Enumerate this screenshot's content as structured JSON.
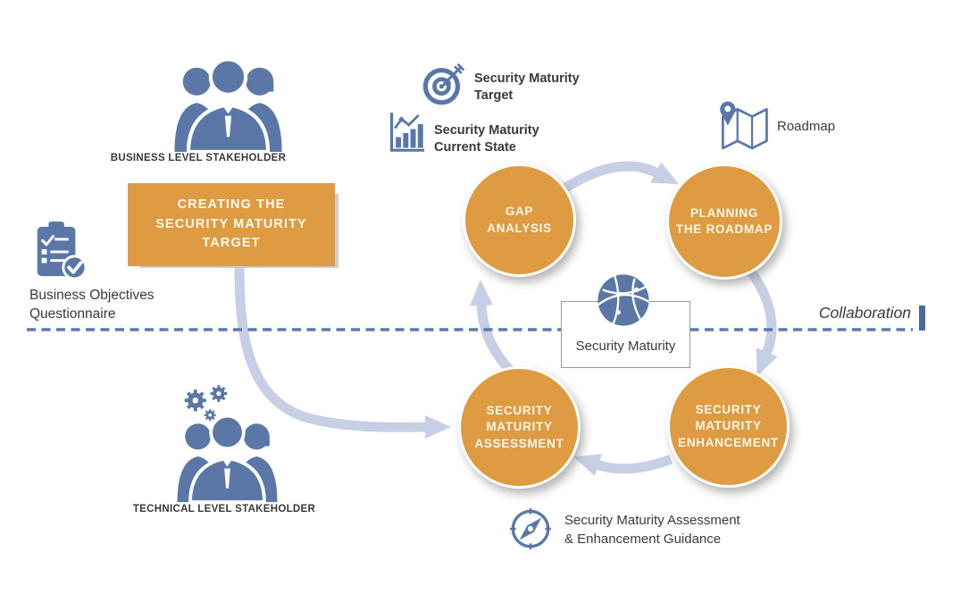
{
  "colors": {
    "orange": "#DE9B41",
    "icon_blue": "#5A77A8",
    "arrow_blue": "#C6CFE3",
    "dashed_line_blue": "#5C7AAE",
    "text_dark": "#3A3A3A",
    "circle_text": "#FCF7ED"
  },
  "stakeholders": {
    "business": {
      "label": "BUSINESS LEVEL STAKEHOLDER"
    },
    "technical": {
      "label": "TECHNICAL LEVEL STAKEHOLDER"
    }
  },
  "process_box": {
    "lines": [
      "CREATING THE",
      "SECURITY MATURITY",
      "TARGET"
    ]
  },
  "questionnaire": {
    "lines": [
      "Business Objectives",
      "Questionnaire"
    ]
  },
  "top_annotations": {
    "target": {
      "lines": [
        "Security Maturity",
        "Target"
      ]
    },
    "current_state": {
      "lines": [
        "Security Maturity",
        "Current State"
      ]
    }
  },
  "roadmap": {
    "label": "Roadmap"
  },
  "collaboration": {
    "label": "Collaboration"
  },
  "cycle": {
    "center": {
      "label": "Security Maturity"
    },
    "steps": {
      "gap_analysis": {
        "lines": [
          "GAP",
          "ANALYSIS"
        ]
      },
      "planning": {
        "lines": [
          "PLANNING",
          "THE ROADMAP"
        ]
      },
      "enhancement": {
        "lines": [
          "SECURITY",
          "MATURITY",
          "ENHANCEMENT"
        ]
      },
      "assessment": {
        "lines": [
          "SECURITY",
          "MATURITY",
          "ASSESSMENT"
        ]
      }
    }
  },
  "guidance": {
    "lines": [
      "Security Maturity Assessment",
      "& Enhancement Guidance"
    ]
  },
  "icons": {
    "business_stakeholder": "people-group",
    "technical_stakeholder": "people-group-with-gears",
    "questionnaire": "clipboard-checklist",
    "target": "bullseye-dart",
    "current_state": "bar-chart-trend",
    "roadmap": "folded-map-pin",
    "cycle_center": "network-globe",
    "guidance": "compass"
  }
}
